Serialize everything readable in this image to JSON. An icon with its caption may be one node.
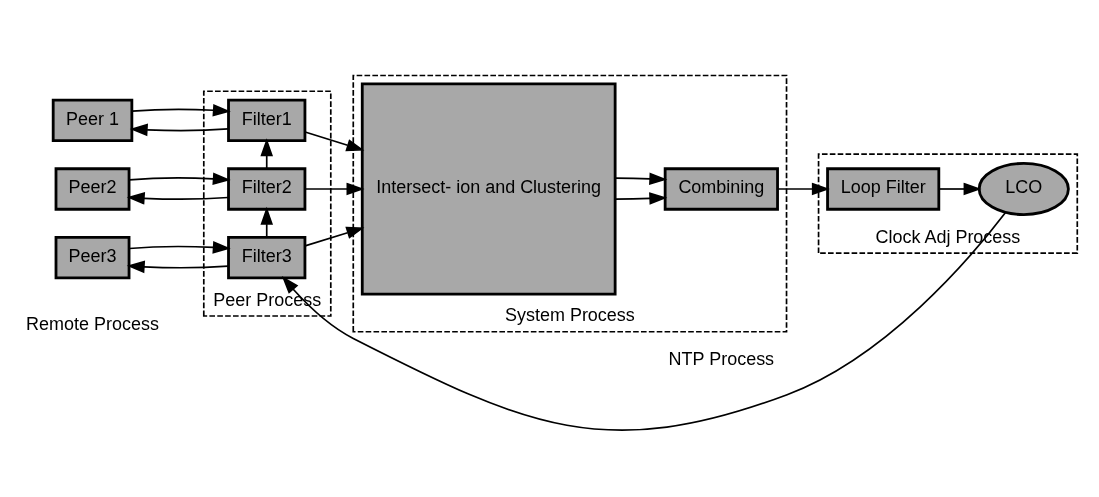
{
  "diagram": {
    "nodes": [
      {
        "text": [
          "Peer 1"
        ]
      },
      {
        "text": [
          "Peer2"
        ]
      },
      {
        "text": [
          "Peer3"
        ]
      },
      {
        "text": [
          "Peer Process"
        ]
      },
      {
        "text": [
          "Filter1"
        ],
        "in": 3
      },
      {
        "text": [
          "Filter2"
        ],
        "in": 3
      },
      {
        "text": [
          "Filter3"
        ],
        "in": 3
      },
      {
        "text": [
          "System Process"
        ]
      },
      {
        "text": [
          "Intersect- ion and Clustering"
        ],
        "in": 7
      },
      {
        "text": [
          "Combining"
        ],
        "in": 7
      },
      {
        "text": [
          "Clock Adj Process"
        ]
      },
      {
        "text": [
          "Loop Filter"
        ],
        "in": 10
      },
      {
        "text": [
          "LCO"
        ],
        "in": 10
      }
    ],
    "edges": [
      {
        "from": 0,
        "to": 4,
        "arrow": "to"
      },
      {
        "from": 4,
        "to": 0,
        "arrow": "to"
      },
      {
        "from": 1,
        "to": 5,
        "arrow": "to"
      },
      {
        "from": 5,
        "to": 1,
        "arrow": "to"
      },
      {
        "from": 2,
        "to": 6,
        "arrow": "to"
      },
      {
        "from": 6,
        "to": 2,
        "arrow": "to"
      },
      {
        "from": 5,
        "to": 4,
        "arrow": "to"
      },
      {
        "from": 6,
        "to": 5,
        "arrow": "to"
      },
      {
        "from": 4,
        "to": 8,
        "arrow": "to"
      },
      {
        "from": 5,
        "to": 8,
        "arrow": "to"
      },
      {
        "from": 6,
        "to": 8,
        "arrow": "to"
      },
      {
        "from": 8,
        "to": 9,
        "arrow": "to"
      },
      {
        "from": 8,
        "to": 9,
        "arrow": "to"
      },
      {
        "from": 9,
        "to": 11,
        "arrow": "to"
      },
      {
        "from": 11,
        "to": 12,
        "arrow": "to"
      },
      {
        "from": 12,
        "to": 6,
        "arrow": "to"
      }
    ],
    "labels": [
      "Remote Process",
      "NTP Process"
    ]
  }
}
